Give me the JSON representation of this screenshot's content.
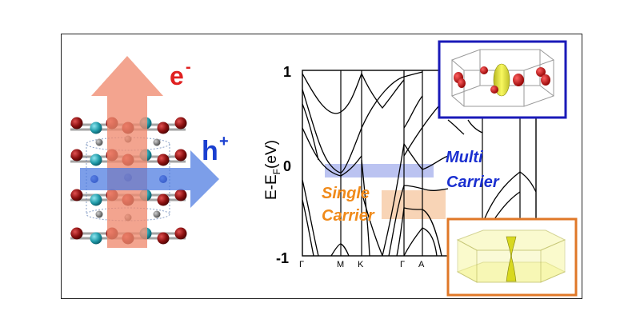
{
  "labels": {
    "electron": "e",
    "electron_sup": "-",
    "hole": "h",
    "hole_sup": "+",
    "y_axis_main": "E-E",
    "y_axis_sub": "F",
    "y_axis_unit": "(eV)",
    "y_tick_top": "1",
    "y_tick_mid": "0",
    "y_tick_bot": "-1",
    "multi_line1": "Multi",
    "multi_line2": "Carrier",
    "single_line1": "Single",
    "single_line2": "Carrier",
    "k_gamma1": "Γ",
    "k_m": "M",
    "k_k": "K",
    "k_gamma2": "Γ",
    "k_a": "A"
  },
  "colors": {
    "electron_arrow": "#f08a70",
    "hole_arrow": "#4a78e0",
    "electron_text": "#e02020",
    "hole_text": "#1a3fd0",
    "multi_band": "#aab4ee",
    "single_band": "#f6c9a4",
    "multi_text": "#1a2fd0",
    "single_text": "#f08a1a",
    "inset_top_border": "#1a1ab8",
    "inset_bottom_border": "#e07828",
    "atom_red": "#8a1010",
    "atom_teal": "#1f9aa8",
    "atom_gray": "#7a7a7a",
    "atom_blue": "#2030c0",
    "fermi_pocket_yellow": "#f0f050",
    "fermi_pocket_red": "#d01010"
  }
}
